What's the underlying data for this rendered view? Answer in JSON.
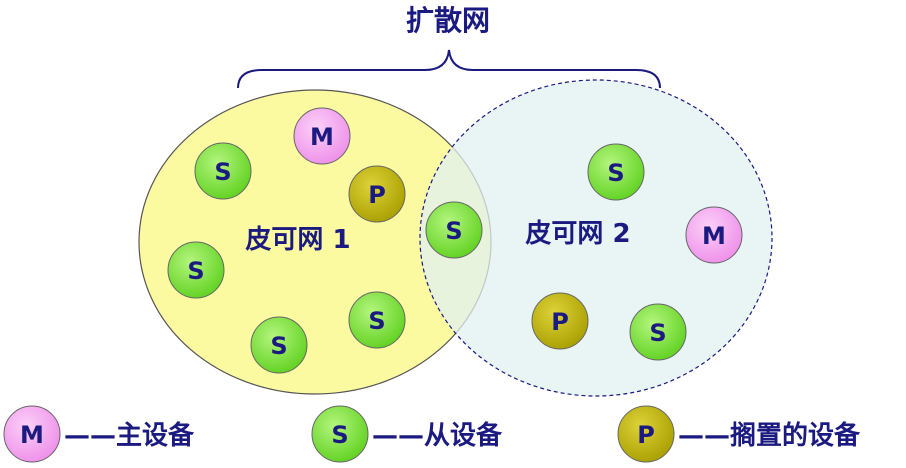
{
  "title": "扩散网",
  "colors": {
    "text": "#1a1a80",
    "piconet1_fill": "#fbfaa0",
    "piconet2_fill": "#e6f2f4",
    "master_fill": "#f49ef0",
    "slave_fill": "#7fe63a",
    "parked_fill": "#c3b800"
  },
  "piconets": [
    {
      "label": "皮可网 1"
    },
    {
      "label": "皮可网 2"
    }
  ],
  "nodes": [
    {
      "role": "master",
      "letter": "M",
      "piconet": 1
    },
    {
      "role": "slave",
      "letter": "S",
      "piconet": 1
    },
    {
      "role": "parked",
      "letter": "P",
      "piconet": 1
    },
    {
      "role": "slave",
      "letter": "S",
      "piconet": 1
    },
    {
      "role": "slave",
      "letter": "S",
      "piconet": 1
    },
    {
      "role": "slave",
      "letter": "S",
      "piconet": 1
    },
    {
      "role": "slave",
      "letter": "S",
      "piconet": "bridge"
    },
    {
      "role": "slave",
      "letter": "S",
      "piconet": 2
    },
    {
      "role": "master",
      "letter": "M",
      "piconet": 2
    },
    {
      "role": "parked",
      "letter": "P",
      "piconet": 2
    },
    {
      "role": "slave",
      "letter": "S",
      "piconet": 2
    }
  ],
  "legend": [
    {
      "role": "master",
      "letter": "M",
      "text": "——主设备"
    },
    {
      "role": "slave",
      "letter": "S",
      "text": "——从设备"
    },
    {
      "role": "parked",
      "letter": "P",
      "text": "——搁置的设备"
    }
  ]
}
